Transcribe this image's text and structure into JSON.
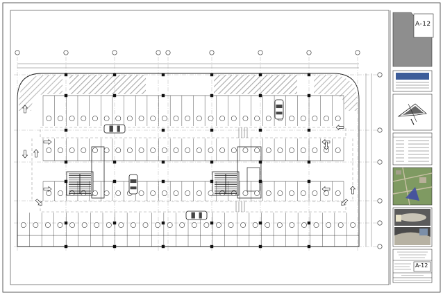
{
  "sheet": {
    "number": "A-12"
  },
  "colors": {
    "line": "#222222",
    "dash": "#9a9a9a",
    "hatch": "#8a8a8a",
    "tb_gray": "#8e8e8e",
    "site_blue": "#3d48a8",
    "site_green": "#7f9a62"
  },
  "icons": {
    "north": "north-arrow-icon",
    "car": "car-icon",
    "arrow": "direction-arrow-icon",
    "stair": "stair-icon"
  },
  "parking": {
    "top_row_count": 26,
    "mid_row_count": 26,
    "bottom_row_count": 28
  }
}
